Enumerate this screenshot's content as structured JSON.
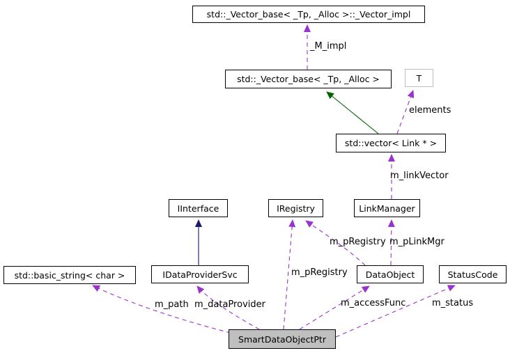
{
  "colors": {
    "usage_edge": "#9a32cd",
    "public_inheritance_edge": "#191970",
    "protected_inheritance_edge": "#006400",
    "node_border": "#000000",
    "undocumented_node_border": "#c0c0c0",
    "focus_node_fill": "#bfbfbf",
    "text": "#000000"
  },
  "nodes": [
    {
      "id": "vector-impl",
      "label": "std::_Vector_base< _Tp, _Alloc >::_Vector_impl"
    },
    {
      "id": "vector-base",
      "label": "std::_Vector_base< _Tp, _Alloc >"
    },
    {
      "id": "t",
      "label": "T"
    },
    {
      "id": "vector-link",
      "label": "std::vector< Link * >"
    },
    {
      "id": "iinterface",
      "label": "IInterface"
    },
    {
      "id": "iregistry",
      "label": "IRegistry"
    },
    {
      "id": "linkmanager",
      "label": "LinkManager"
    },
    {
      "id": "basic-string",
      "label": "std::basic_string< char >"
    },
    {
      "id": "idataprovidersvc",
      "label": "IDataProviderSvc"
    },
    {
      "id": "dataobject",
      "label": "DataObject"
    },
    {
      "id": "statuscode",
      "label": "StatusCode"
    },
    {
      "id": "smartdataobjectptr",
      "label": "SmartDataObjectPtr"
    }
  ],
  "edges": [
    {
      "label": "_M_impl",
      "from": "std::_Vector_base< _Tp, _Alloc >",
      "to": "std::_Vector_base< _Tp, _Alloc >::_Vector_impl",
      "type": "usage"
    },
    {
      "label": "",
      "from": "std::vector< Link * >",
      "to": "std::_Vector_base< _Tp, _Alloc >",
      "type": "protected-inheritance"
    },
    {
      "label": "elements",
      "from": "std::vector< Link * >",
      "to": "T",
      "type": "usage"
    },
    {
      "label": "m_linkVector",
      "from": "LinkManager",
      "to": "std::vector< Link * >",
      "type": "usage"
    },
    {
      "label": "",
      "from": "IDataProviderSvc",
      "to": "IInterface",
      "type": "public-inheritance"
    },
    {
      "label": "m_pRegistry",
      "from": "SmartDataObjectPtr",
      "to": "IRegistry",
      "type": "usage"
    },
    {
      "label": "m_pRegistry",
      "from": "DataObject",
      "to": "IRegistry",
      "type": "usage"
    },
    {
      "label": "m_pLinkMgr",
      "from": "DataObject",
      "to": "LinkManager",
      "type": "usage"
    },
    {
      "label": "m_path",
      "from": "SmartDataObjectPtr",
      "to": "std::basic_string< char >",
      "type": "usage"
    },
    {
      "label": "m_dataProvider",
      "from": "SmartDataObjectPtr",
      "to": "IDataProviderSvc",
      "type": "usage"
    },
    {
      "label": "m_accessFunc",
      "from": "SmartDataObjectPtr",
      "to": "DataObject",
      "type": "usage"
    },
    {
      "label": "m_status",
      "from": "SmartDataObjectPtr",
      "to": "StatusCode",
      "type": "usage"
    }
  ]
}
